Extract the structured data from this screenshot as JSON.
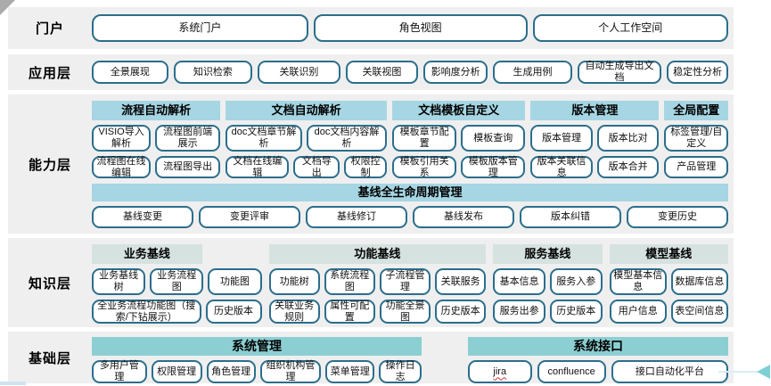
{
  "layers": {
    "portal": {
      "label": "门户",
      "boxes": [
        "系统门户",
        "角色视图",
        "个人工作空间"
      ]
    },
    "application": {
      "label": "应用层",
      "boxes": [
        "全景展现",
        "知识检索",
        "关联识别",
        "关联视图",
        "影响度分析",
        "生成用例",
        "自动生成导出文档",
        "稳定性分析"
      ]
    },
    "capability": {
      "label": "能力层",
      "groups": [
        {
          "title": "流程自动解析",
          "rows": [
            [
              "VISIO导入解析",
              "流程图前端展示"
            ],
            [
              "流程图在线编辑",
              "流程图导出"
            ]
          ]
        },
        {
          "title": "文档自动解析",
          "rows": [
            [
              "doc文档章节解析",
              "doc文档内容解析"
            ],
            [
              "文档在线编辑",
              "文档导出",
              "权限控制"
            ]
          ]
        },
        {
          "title": "文档模板自定义",
          "rows": [
            [
              "模板章节配置",
              "模板查询"
            ],
            [
              "模板引用关系",
              "模板版本管理"
            ]
          ]
        },
        {
          "title": "版本管理",
          "rows": [
            [
              "版本管理",
              "版本比对"
            ],
            [
              "版本关联信息",
              "版本合并"
            ]
          ]
        },
        {
          "title": "全局配置",
          "rows": [
            [
              "标签管理/自定义"
            ],
            [
              "产品管理"
            ]
          ]
        }
      ],
      "baseline": {
        "title": "基线全生命周期管理",
        "boxes": [
          "基线变更",
          "变更评审",
          "基线修订",
          "基线发布",
          "版本纠错",
          "变更历史"
        ]
      }
    },
    "knowledge": {
      "label": "知识层",
      "groups": [
        {
          "title": "业务基线",
          "rows": [
            [
              "业务基线树",
              "业务流程图",
              "功能图"
            ],
            [
              "全业务流程功能图（搜索/下钻展示）",
              "历史版本"
            ]
          ]
        },
        {
          "title": "功能基线",
          "rows": [
            [
              "功能树",
              "系统流程图",
              "子流程管理",
              "关联服务"
            ],
            [
              "关联业务规则",
              "属性可配置",
              "功能全景图",
              "历史版本"
            ]
          ]
        },
        {
          "title": "服务基线",
          "rows": [
            [
              "基本信息",
              "服务入参"
            ],
            [
              "服务出参",
              "历史版本"
            ]
          ]
        },
        {
          "title": "模型基线",
          "rows": [
            [
              "模型基本信息",
              "数据库信息"
            ],
            [
              "用户信息",
              "表空间信息"
            ]
          ]
        }
      ]
    },
    "base": {
      "label": "基础层",
      "groups": [
        {
          "title": "系统管理",
          "boxes": [
            "多用户管理",
            "权限管理",
            "角色管理",
            "组织机构管理",
            "菜单管理",
            "操作日志"
          ]
        },
        {
          "title": "系统接口",
          "boxes": [
            "jira",
            "confluence",
            "接口自动化平台"
          ]
        }
      ]
    }
  },
  "colors": {
    "band-bg": "#efefef",
    "chip-border": "#2b6e8c",
    "cap-header-bg": "#a6d6e3",
    "know-header-bg": "#d6e2e0",
    "base-header-bg": "#8ccfd3",
    "arrow": "#7fcfd6"
  }
}
